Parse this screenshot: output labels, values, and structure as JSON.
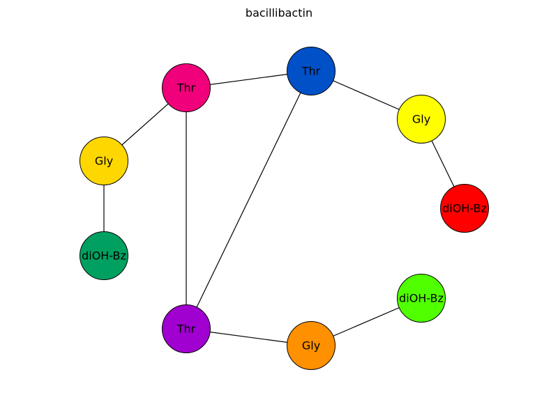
{
  "title": "bacillibactin",
  "nodes": [
    {
      "id": "thr1",
      "label": "Thr",
      "color": "#f0007a"
    },
    {
      "id": "thr2",
      "label": "Thr",
      "color": "#0050c8"
    },
    {
      "id": "gly1",
      "label": "Gly",
      "color": "#ffff00"
    },
    {
      "id": "bz1",
      "label": "diOH-Bz",
      "color": "#ff0000"
    },
    {
      "id": "gly2",
      "label": "Gly",
      "color": "#ffd700"
    },
    {
      "id": "bz2",
      "label": "diOH-Bz",
      "color": "#00a060"
    },
    {
      "id": "thr3",
      "label": "Thr",
      "color": "#a000d0"
    },
    {
      "id": "gly3",
      "label": "Gly",
      "color": "#ff9000"
    },
    {
      "id": "bz3",
      "label": "diOH-Bz",
      "color": "#50ff00"
    }
  ],
  "edges": [
    [
      "thr1",
      "thr2"
    ],
    [
      "thr2",
      "gly1"
    ],
    [
      "gly1",
      "bz1"
    ],
    [
      "thr1",
      "gly2"
    ],
    [
      "gly2",
      "bz2"
    ],
    [
      "thr1",
      "thr3"
    ],
    [
      "thr2",
      "thr3"
    ],
    [
      "thr3",
      "gly3"
    ],
    [
      "gly3",
      "bz3"
    ]
  ]
}
